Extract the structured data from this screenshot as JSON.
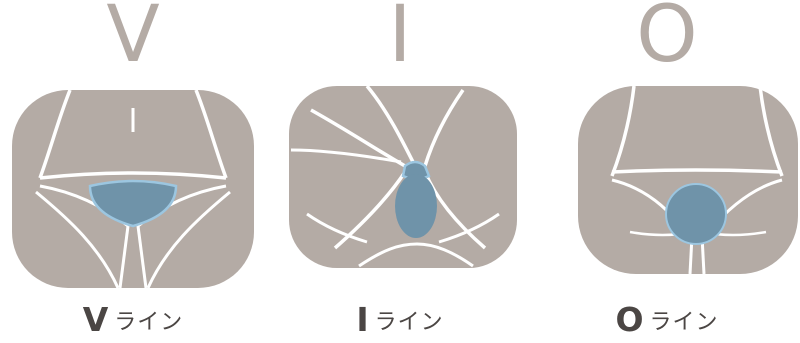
{
  "colors": {
    "background": "#ffffff",
    "silhouette": "#b4aba5",
    "outline": "#ffffff",
    "zone_fill": "#6f93a9",
    "zone_stroke": "#9cc6e0",
    "caption": "#4b4644"
  },
  "panels": [
    {
      "icon": "v-line-zone-icon",
      "letter": "V",
      "caption_letter": "V",
      "caption_text": "ライン"
    },
    {
      "icon": "i-line-zone-icon",
      "letter": "I",
      "caption_letter": "I",
      "caption_text": "ライン"
    },
    {
      "icon": "o-line-zone-icon",
      "letter": "O",
      "caption_letter": "O",
      "caption_text": "ライン"
    }
  ]
}
